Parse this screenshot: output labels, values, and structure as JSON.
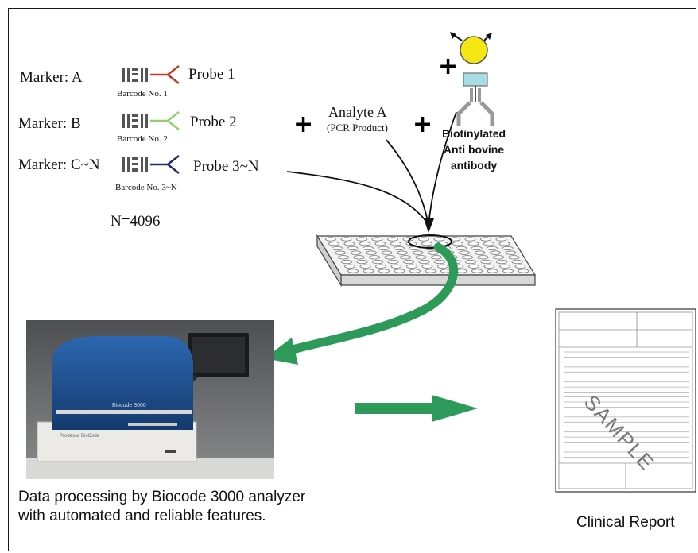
{
  "markers": [
    {
      "marker_label": "Marker: A",
      "barcode_caption": "Barcode No. 1",
      "probe_label": "Probe 1",
      "probe_color": "#c0392b"
    },
    {
      "marker_label": "Marker: B",
      "barcode_caption": "Barcode No. 2",
      "probe_label": "Probe 2",
      "probe_color": "#8fd16a"
    },
    {
      "marker_label": "Marker: C~N",
      "barcode_caption": "Barcode No. 3~N",
      "probe_label": "Probe 3~N",
      "probe_color": "#1f2d6b"
    }
  ],
  "n_label": "N=4096",
  "analyte": {
    "title": "Analyte A",
    "subtitle": "(PCR Product)"
  },
  "antibody_label": [
    "Biotinylated",
    "Anti bovine",
    "antibody"
  ],
  "caption": "Data processing by Biocode 3000 analyzer with automated and reliable features.",
  "analyzer_brand": "Biocode 3000",
  "analyzer_maker": "Prodesse BioCode",
  "report_label": "Clinical Report",
  "report_watermark": "SAMPLE",
  "colors": {
    "arrow_green": "#2e9a5a",
    "analyzer_blue": "#1d4f8f",
    "streptavidin_yellow": "#f5e614",
    "antibody_box": "#a9dde6"
  },
  "icons": [
    "barcode-icon",
    "y-probe-icon",
    "plus-icon",
    "antibody-icon",
    "streptavidin-icon",
    "microplate-icon",
    "analyzer-image",
    "report-image",
    "arrow-icon"
  ]
}
